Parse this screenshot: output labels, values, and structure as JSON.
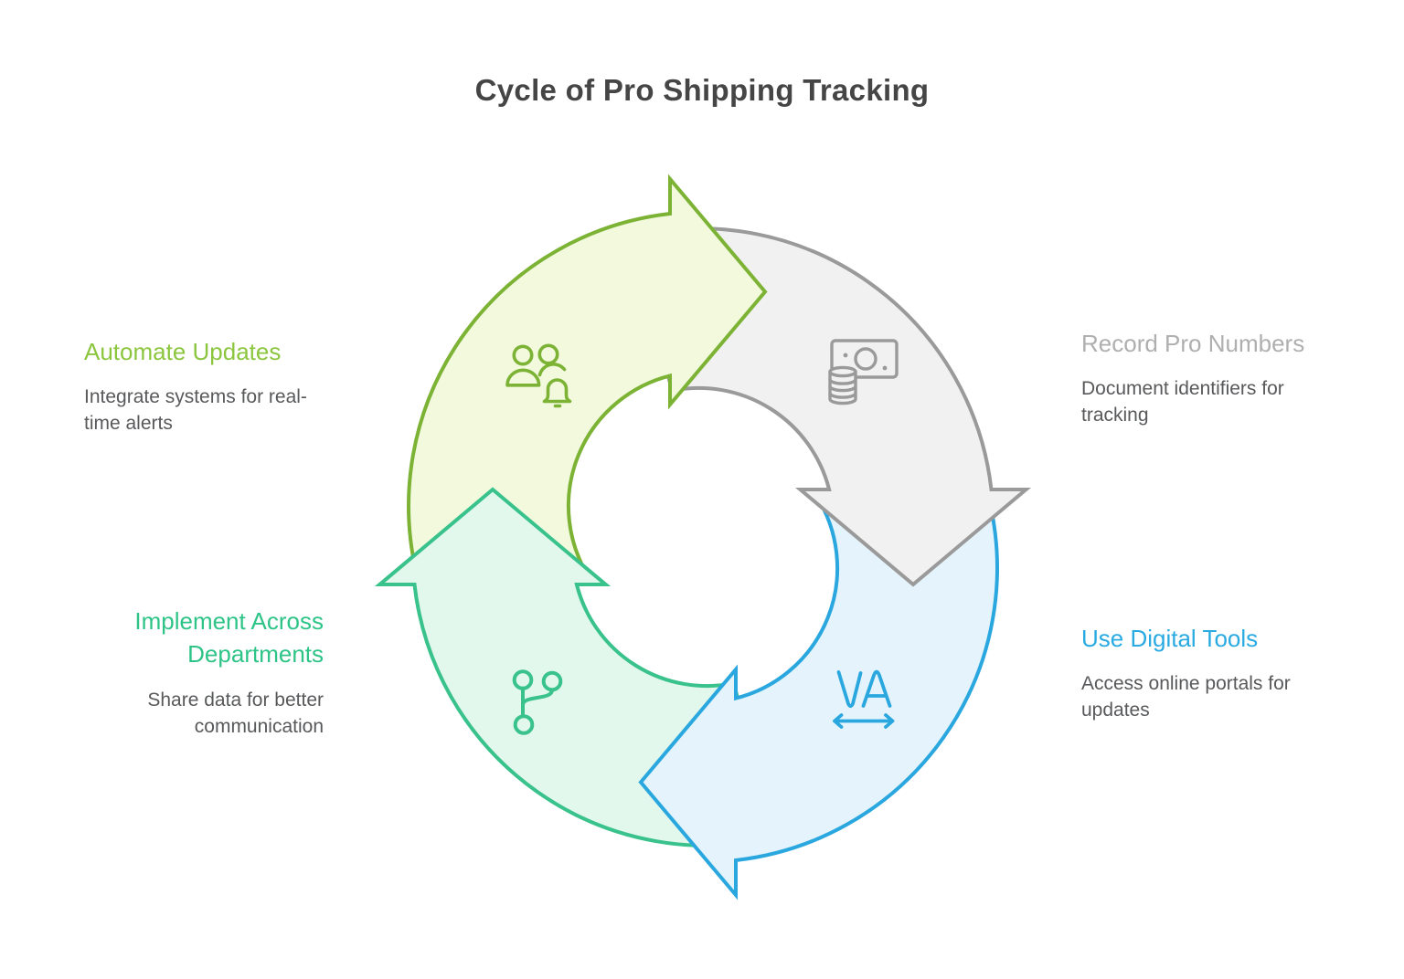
{
  "title": "Cycle of Pro Shipping Tracking",
  "title_color": "#454545",
  "body_color": "#58595B",
  "steps": [
    {
      "id": "automate-updates",
      "label": "Automate Updates",
      "description": "Integrate systems for real-time alerts",
      "accent": "#8CC63F",
      "arrow_fill": "#F2F9DD",
      "arrow_stroke": "#7CB335",
      "icon": "people-notification-icon",
      "position": "top-left"
    },
    {
      "id": "record-pro-numbers",
      "label": "Record Pro Numbers",
      "description": "Document identifiers for tracking",
      "accent": "#AFAFAF",
      "arrow_fill": "#F1F1F1",
      "arrow_stroke": "#9A9A9A",
      "icon": "cash-coins-icon",
      "position": "top-right"
    },
    {
      "id": "use-digital-tools",
      "label": "Use Digital Tools",
      "description": "Access online portals for updates",
      "accent": "#29ABE2",
      "arrow_fill": "#E5F4FC",
      "arrow_stroke": "#2AA7DE",
      "icon": "text-width-icon",
      "position": "bottom-right"
    },
    {
      "id": "implement-across-departments",
      "label": "Implement Across Departments",
      "description": "Share data for better communication",
      "accent": "#2EC487",
      "arrow_fill": "#E2F8ED",
      "arrow_stroke": "#39C28C",
      "icon": "git-branch-icon",
      "position": "bottom-left"
    }
  ]
}
